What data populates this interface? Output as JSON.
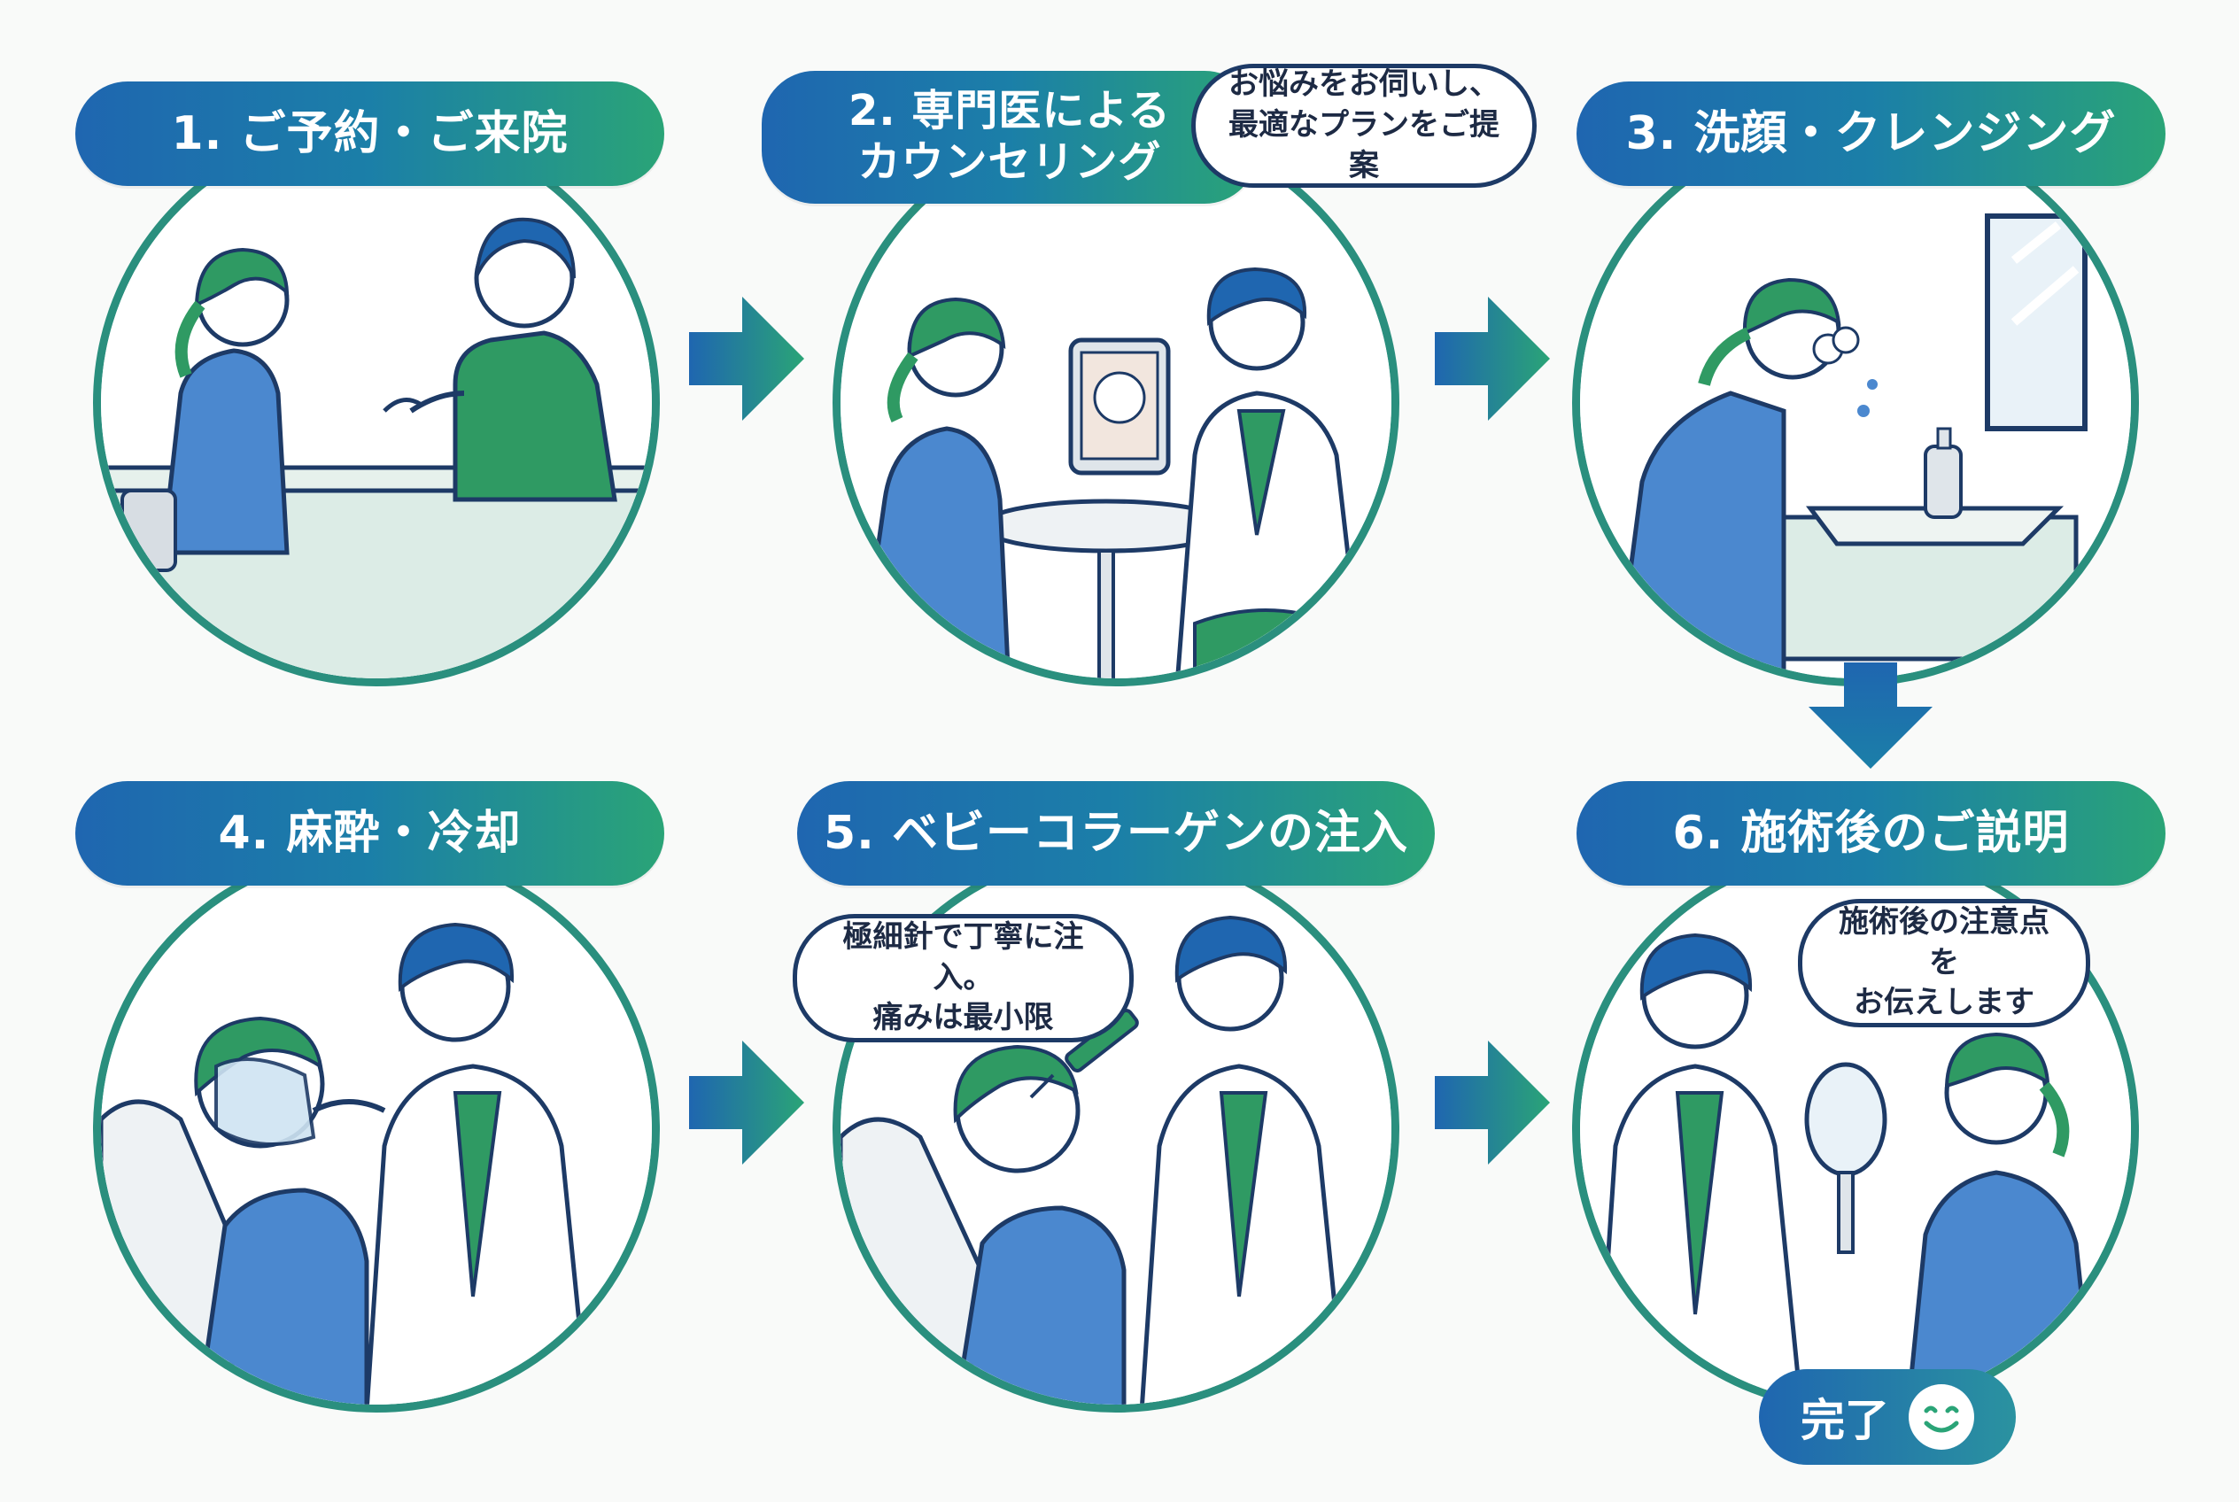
{
  "steps": [
    {
      "number": "1.",
      "title": "ご予約・ご来院"
    },
    {
      "number": "2.",
      "title_line1": "専門医による",
      "title_line2": "カウンセリング",
      "bubble": {
        "line1": "お悩みをお伺いし、",
        "line2": "最適なプランをご提案"
      }
    },
    {
      "number": "3.",
      "title": "洗顔・クレンジング"
    },
    {
      "number": "4.",
      "title": "麻酔・冷却"
    },
    {
      "number": "5.",
      "title": "ベビーコラーゲンの注入",
      "bubble": {
        "line1": "極細針で丁寧に注入。",
        "line2": "痛みは最小限"
      }
    },
    {
      "number": "6.",
      "title": "施術後のご説明",
      "bubble": {
        "line1": "施術後の注意点を",
        "line2": "お伝えします"
      }
    }
  ],
  "completion": {
    "label": "完了"
  },
  "colors": {
    "blue": "#1f66b0",
    "green": "#2aa477",
    "navy": "#1d3a66",
    "shirt_blue": "#4b88cf",
    "uniform_green": "#2f9a63"
  },
  "icons": [
    "right-arrow-icon",
    "down-arrow-icon",
    "smile-icon"
  ]
}
